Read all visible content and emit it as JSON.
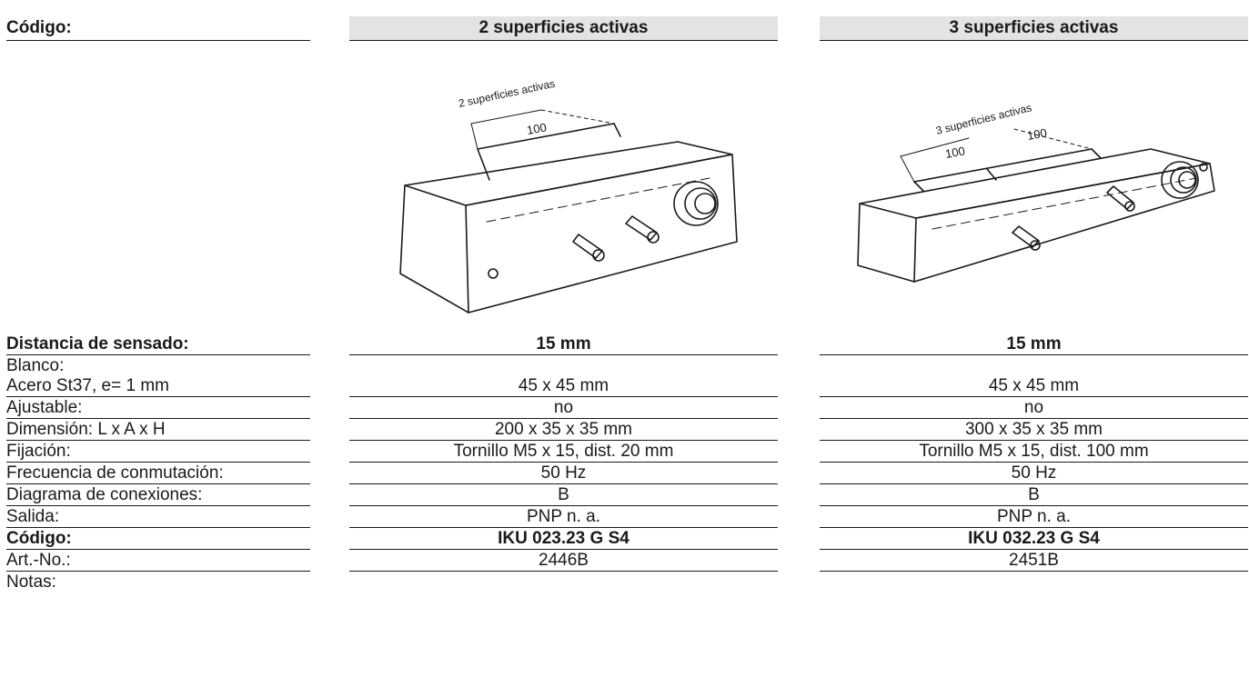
{
  "header": {
    "label": "Código:",
    "col_a": "2 superficies activas",
    "col_b": "3 superficies activas"
  },
  "illustrations": {
    "a": {
      "callout": "2 superficies activas",
      "dim": "100"
    },
    "b": {
      "callout": "3 superficies activas",
      "dim_left": "100",
      "dim_right": "100"
    }
  },
  "rows": [
    {
      "label": "Distancia de sensado:",
      "a": "15 mm",
      "b": "15 mm"
    },
    {
      "label": "Blanco:",
      "a": "",
      "b": ""
    },
    {
      "label": "Acero St37, e= 1 mm",
      "a": "45 x 45 mm",
      "b": "45 x 45 mm"
    },
    {
      "label": "Ajustable:",
      "a": "no",
      "b": "no"
    },
    {
      "label": "Dimensión: L x A x H",
      "a": "200 x 35 x 35 mm",
      "b": "300 x 35 x 35 mm"
    },
    {
      "label": "Fijación:",
      "a": "Tornillo M5 x 15, dist. 20 mm",
      "b": "Tornillo M5 x 15, dist. 100 mm"
    },
    {
      "label": "Frecuencia de conmutación:",
      "a": "50 Hz",
      "b": "50 Hz"
    },
    {
      "label": "Diagrama de conexiones:",
      "a": "B",
      "b": "B"
    },
    {
      "label": "Salida:",
      "a": "PNP n. a.",
      "b": "PNP n. a."
    },
    {
      "label": "Código:",
      "a": "IKU 023.23 G S4",
      "b": "IKU 032.23 G S4"
    },
    {
      "label": "Art.-No.:",
      "a": "2446B",
      "b": "2451B"
    },
    {
      "label": "Notas:",
      "a": "",
      "b": ""
    }
  ]
}
